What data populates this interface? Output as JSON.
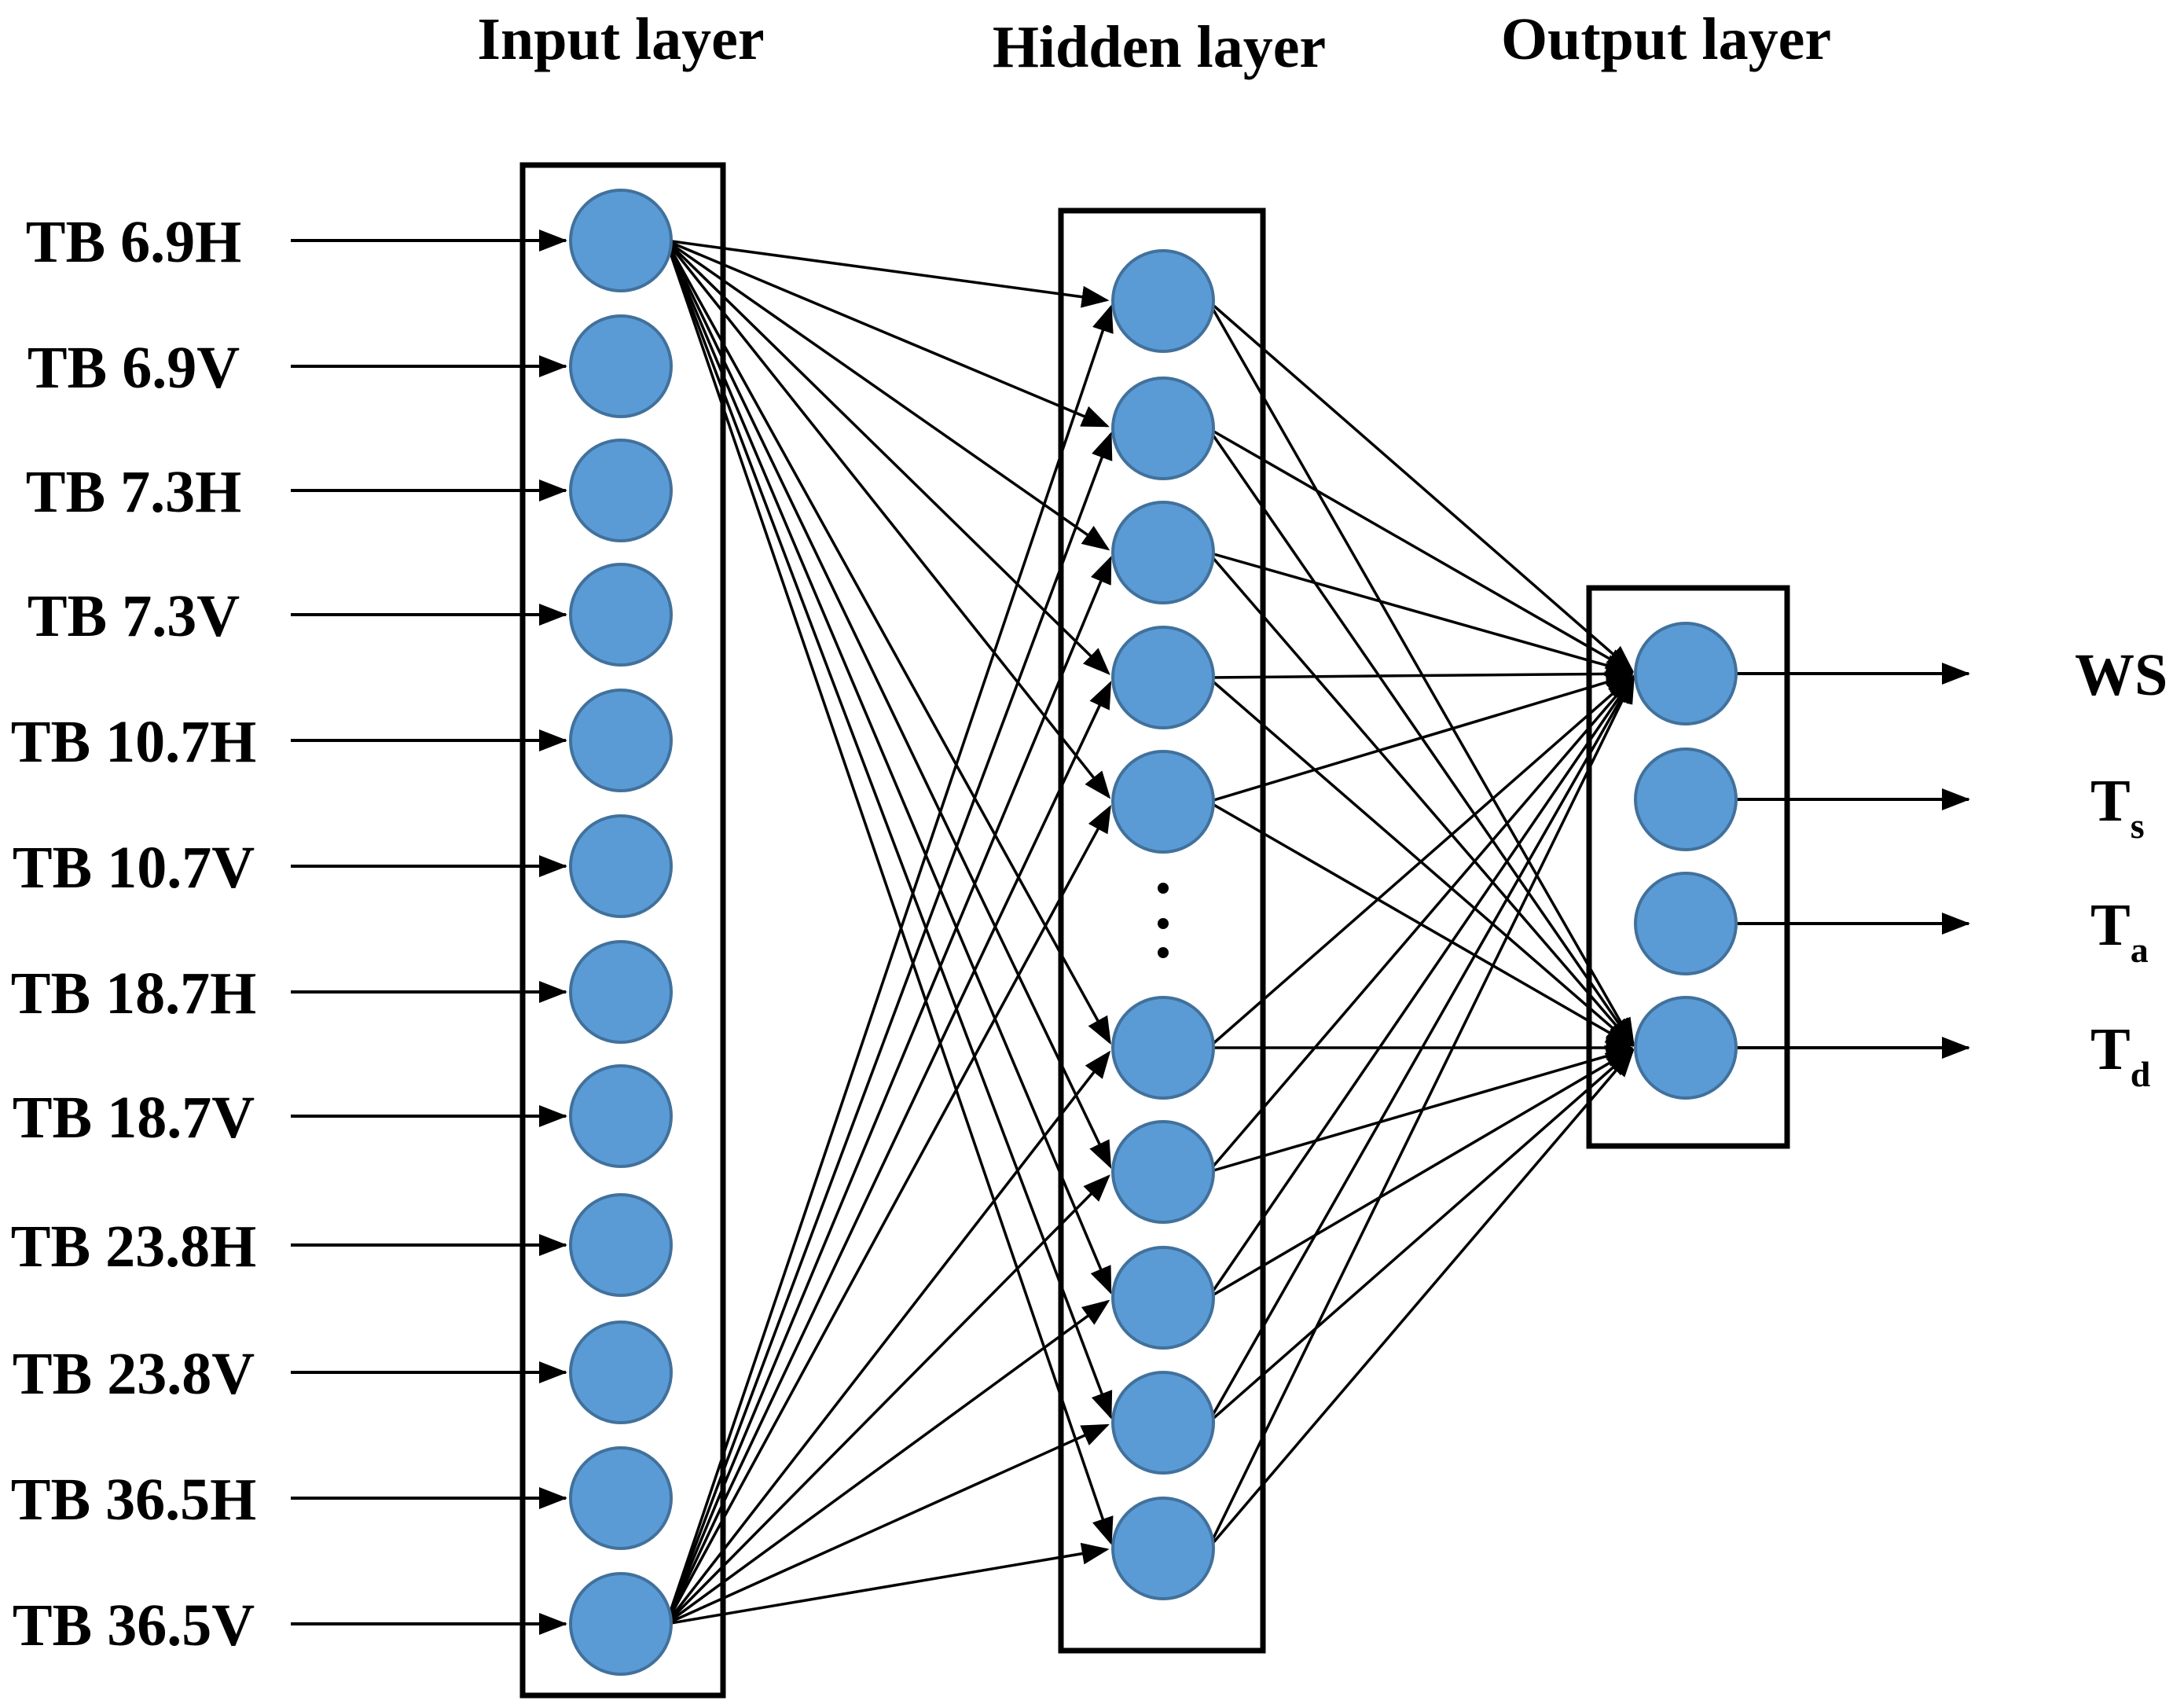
{
  "titles": {
    "input": "Input layer",
    "hidden": "Hidden layer",
    "output": "Output layer"
  },
  "inputs": [
    "TB 6.9H",
    "TB 6.9V",
    "TB 7.3H",
    "TB 7.3V",
    "TB 10.7H",
    "TB 10.7V",
    "TB 18.7H",
    "TB 18.7V",
    "TB 23.8H",
    "TB 23.8V",
    "TB 36.5H",
    "TB 36.5V"
  ],
  "outputs": [
    {
      "main": "WS",
      "sub": ""
    },
    {
      "main": "T",
      "sub": "s"
    },
    {
      "main": "T",
      "sub": "a"
    },
    {
      "main": "T",
      "sub": "d"
    }
  ],
  "hidden_visible_nodes": 10,
  "colors": {
    "node_fill": "#5b9bd5",
    "node_stroke": "#41719c",
    "lines": "#000000"
  }
}
